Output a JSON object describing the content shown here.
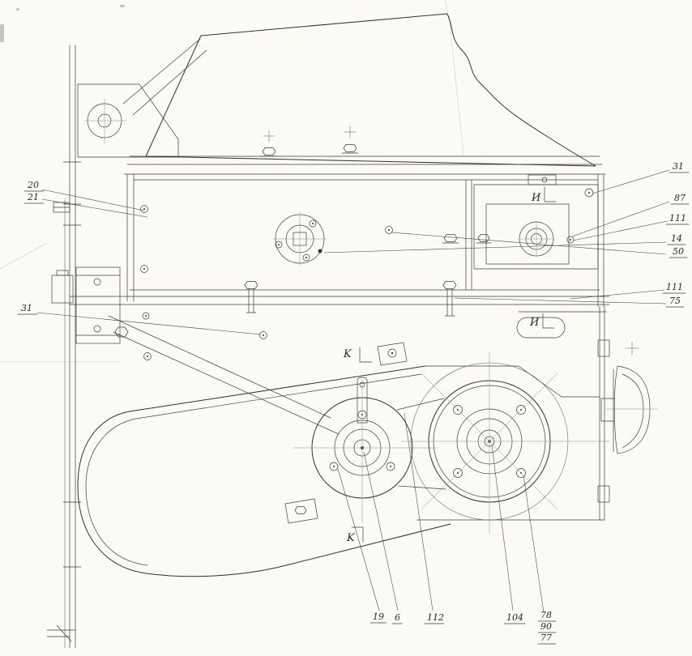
{
  "colors": {
    "paper": "#fbfaf5",
    "ink": "#2e3237"
  },
  "callouts": {
    "left": [
      {
        "label": "20"
      },
      {
        "label": "21"
      },
      {
        "label": "31"
      }
    ],
    "right": [
      {
        "label": "31"
      },
      {
        "label": "87"
      },
      {
        "label": "111"
      },
      {
        "label": "14"
      },
      {
        "label": "50"
      },
      {
        "label": "111"
      },
      {
        "label": "75"
      }
    ],
    "bottom": [
      {
        "label": "19"
      },
      {
        "label": "6"
      },
      {
        "label": "112"
      },
      {
        "label": "104"
      },
      {
        "label": "78"
      },
      {
        "label": "90"
      },
      {
        "label": "77"
      }
    ]
  },
  "section_marks": [
    {
      "label": "K"
    },
    {
      "label": "K"
    },
    {
      "label": "И"
    },
    {
      "label": "И"
    }
  ]
}
